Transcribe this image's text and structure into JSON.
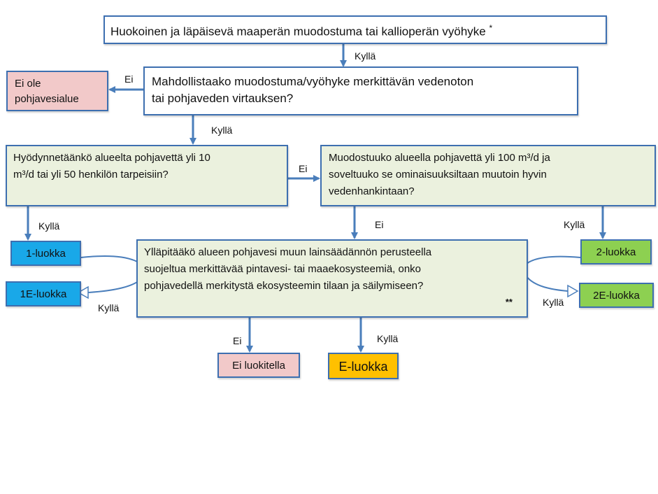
{
  "nodes": {
    "top": "Huokoinen ja läpäisevä maaperän muodostuma tai kallioperän vyöhyke",
    "top_mark": "*",
    "q2_line1": "Mahdollistaako muodostuma/vyöhyke merkittävän vedenoton",
    "q2_line2": "tai pohjaveden virtauksen?",
    "no_area_line1": "Ei ole",
    "no_area_line2": "pohjavesialue",
    "q3_line1": "Hyödynnetäänkö alueelta pohjavettä yli 10",
    "q3_line2": "m³/d tai yli 50 henkilön tarpeisiin?",
    "q4_line1": "Muodostuuko alueella pohjavettä yli 100 m³/d ja",
    "q4_line2": "soveltuuko se ominaisuuksiltaan muutoin hyvin",
    "q4_line3": "vedenhankintaan?",
    "q5_line1": "Ylläpitääkö alueen pohjavesi muun lainsäädännön perusteella",
    "q5_line2": "suojeltua  merkittävää pintavesi- tai maaekosysteemiä, onko",
    "q5_line3": "pohjavedellä merkitystä ekosysteemin tilaan ja säilymiseen?",
    "q5_mark": "**",
    "class1": "1-luokka",
    "class1e": "1E-luokka",
    "class2": "2-luokka",
    "class2e": "2E-luokka",
    "unclassified": "Ei luokitella",
    "eclass": "E-luokka"
  },
  "labels": {
    "yes": "Kyllä",
    "no": "Ei"
  },
  "colors": {
    "border": "#3d6fb0",
    "arrow": "#4a7ebb",
    "question_fill": "#ebf1de",
    "pink": "#f2c9c9",
    "blue": "#19a8e8",
    "green": "#8dd051",
    "orange": "#ffc000"
  }
}
